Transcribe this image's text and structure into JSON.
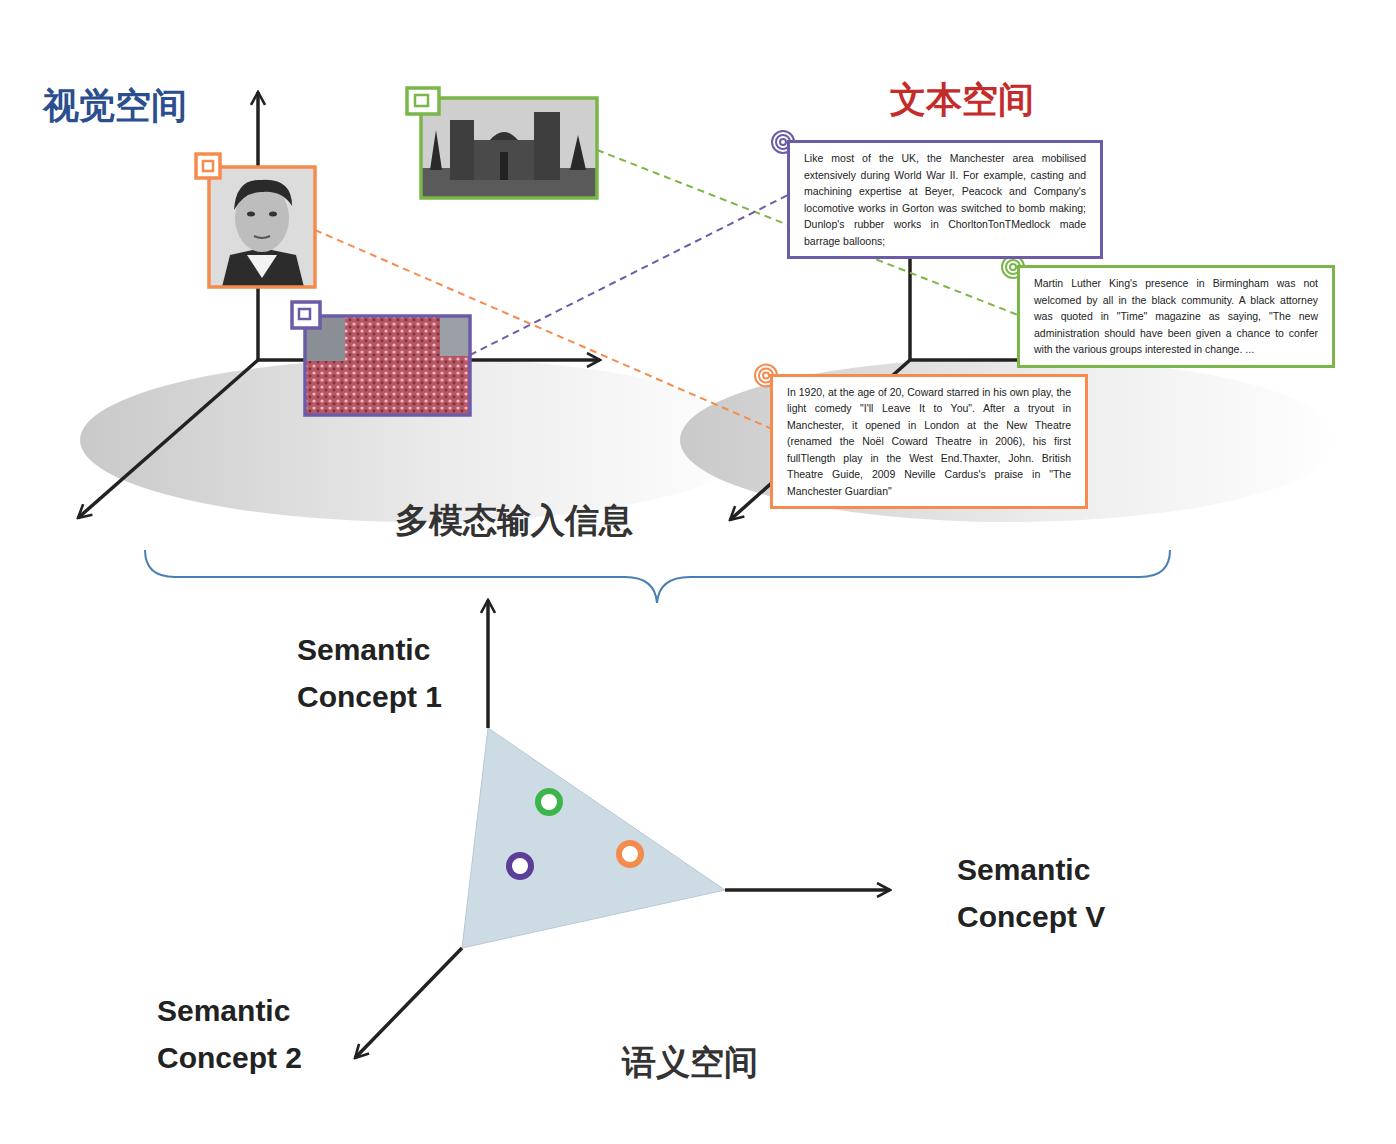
{
  "diagram": {
    "nodes": [
      {
        "text": [
          "Like most of the UK, the Manchester area mobilised extensively during World War II. For example, casting and machining expertise at Beyer, Peacock and Company's locomotive works in Gorton was switched to bomb making; Dunlop's rubber works in ChorltonTonTMedlock made barrage balloons;"
        ]
      },
      {
        "text": [
          "Martin Luther King's presence in Birmingham was not welcomed by all in the black community. A black attorney was quoted in \"Time\" magazine as saying, \"The new administration should have been given a chance to confer with the various groups interested in change. ..."
        ]
      },
      {
        "text": [
          "In 1920, at the age of 20, Coward starred in his own play, the light comedy \"I'll Leave It to You\". After a tryout in Manchester, it opened in London at the New Theatre (renamed the Noël Coward Theatre in 2006), his first fullTlength play in the West End.Thaxter, John. British Theatre Guide, 2009 Neville Cardus's praise in \"The Manchester Guardian\""
        ]
      }
    ],
    "labels": [
      "视觉空间",
      "文本空间",
      "多模态输入信息",
      "Semantic Concept 1",
      "Semantic Concept V",
      "Semantic Concept 2",
      "语义空间"
    ]
  }
}
